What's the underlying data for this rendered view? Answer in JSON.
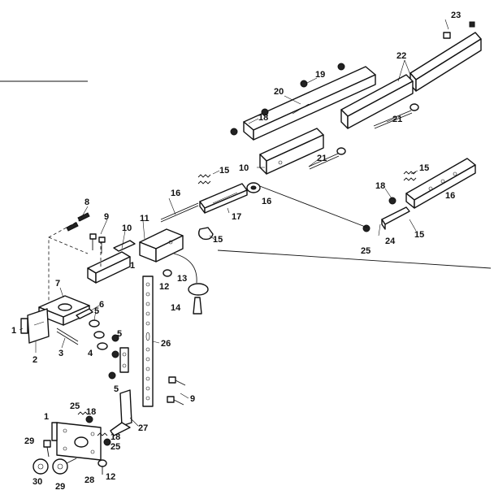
{
  "labels": {
    "l1a": "1",
    "l1b": "1",
    "l1c": "1",
    "l2": "2",
    "l3": "3",
    "l4": "4",
    "l5a": "5",
    "l5b": "5",
    "l5c": "5",
    "l6": "6",
    "l7": "7",
    "l8": "8",
    "l9a": "9",
    "l9b": "9",
    "l10a": "10",
    "l10b": "10",
    "l11": "11",
    "l12a": "12",
    "l12b": "12",
    "l13": "13",
    "l14": "14",
    "l15a": "15",
    "l15b": "15",
    "l15c": "15",
    "l15d": "15",
    "l16a": "16",
    "l16b": "16",
    "l16c": "16",
    "l17": "17",
    "l18a": "18",
    "l18b": "18",
    "l18c": "18",
    "l18d": "18",
    "l19": "19",
    "l20": "20",
    "l21a": "21",
    "l21b": "21",
    "l22": "22",
    "l23": "23",
    "l24": "24",
    "l25a": "25",
    "l25b": "25",
    "l25c": "25",
    "l26": "26",
    "l27": "27",
    "l28": "28",
    "l29a": "29",
    "l29b": "29",
    "l30": "30"
  }
}
